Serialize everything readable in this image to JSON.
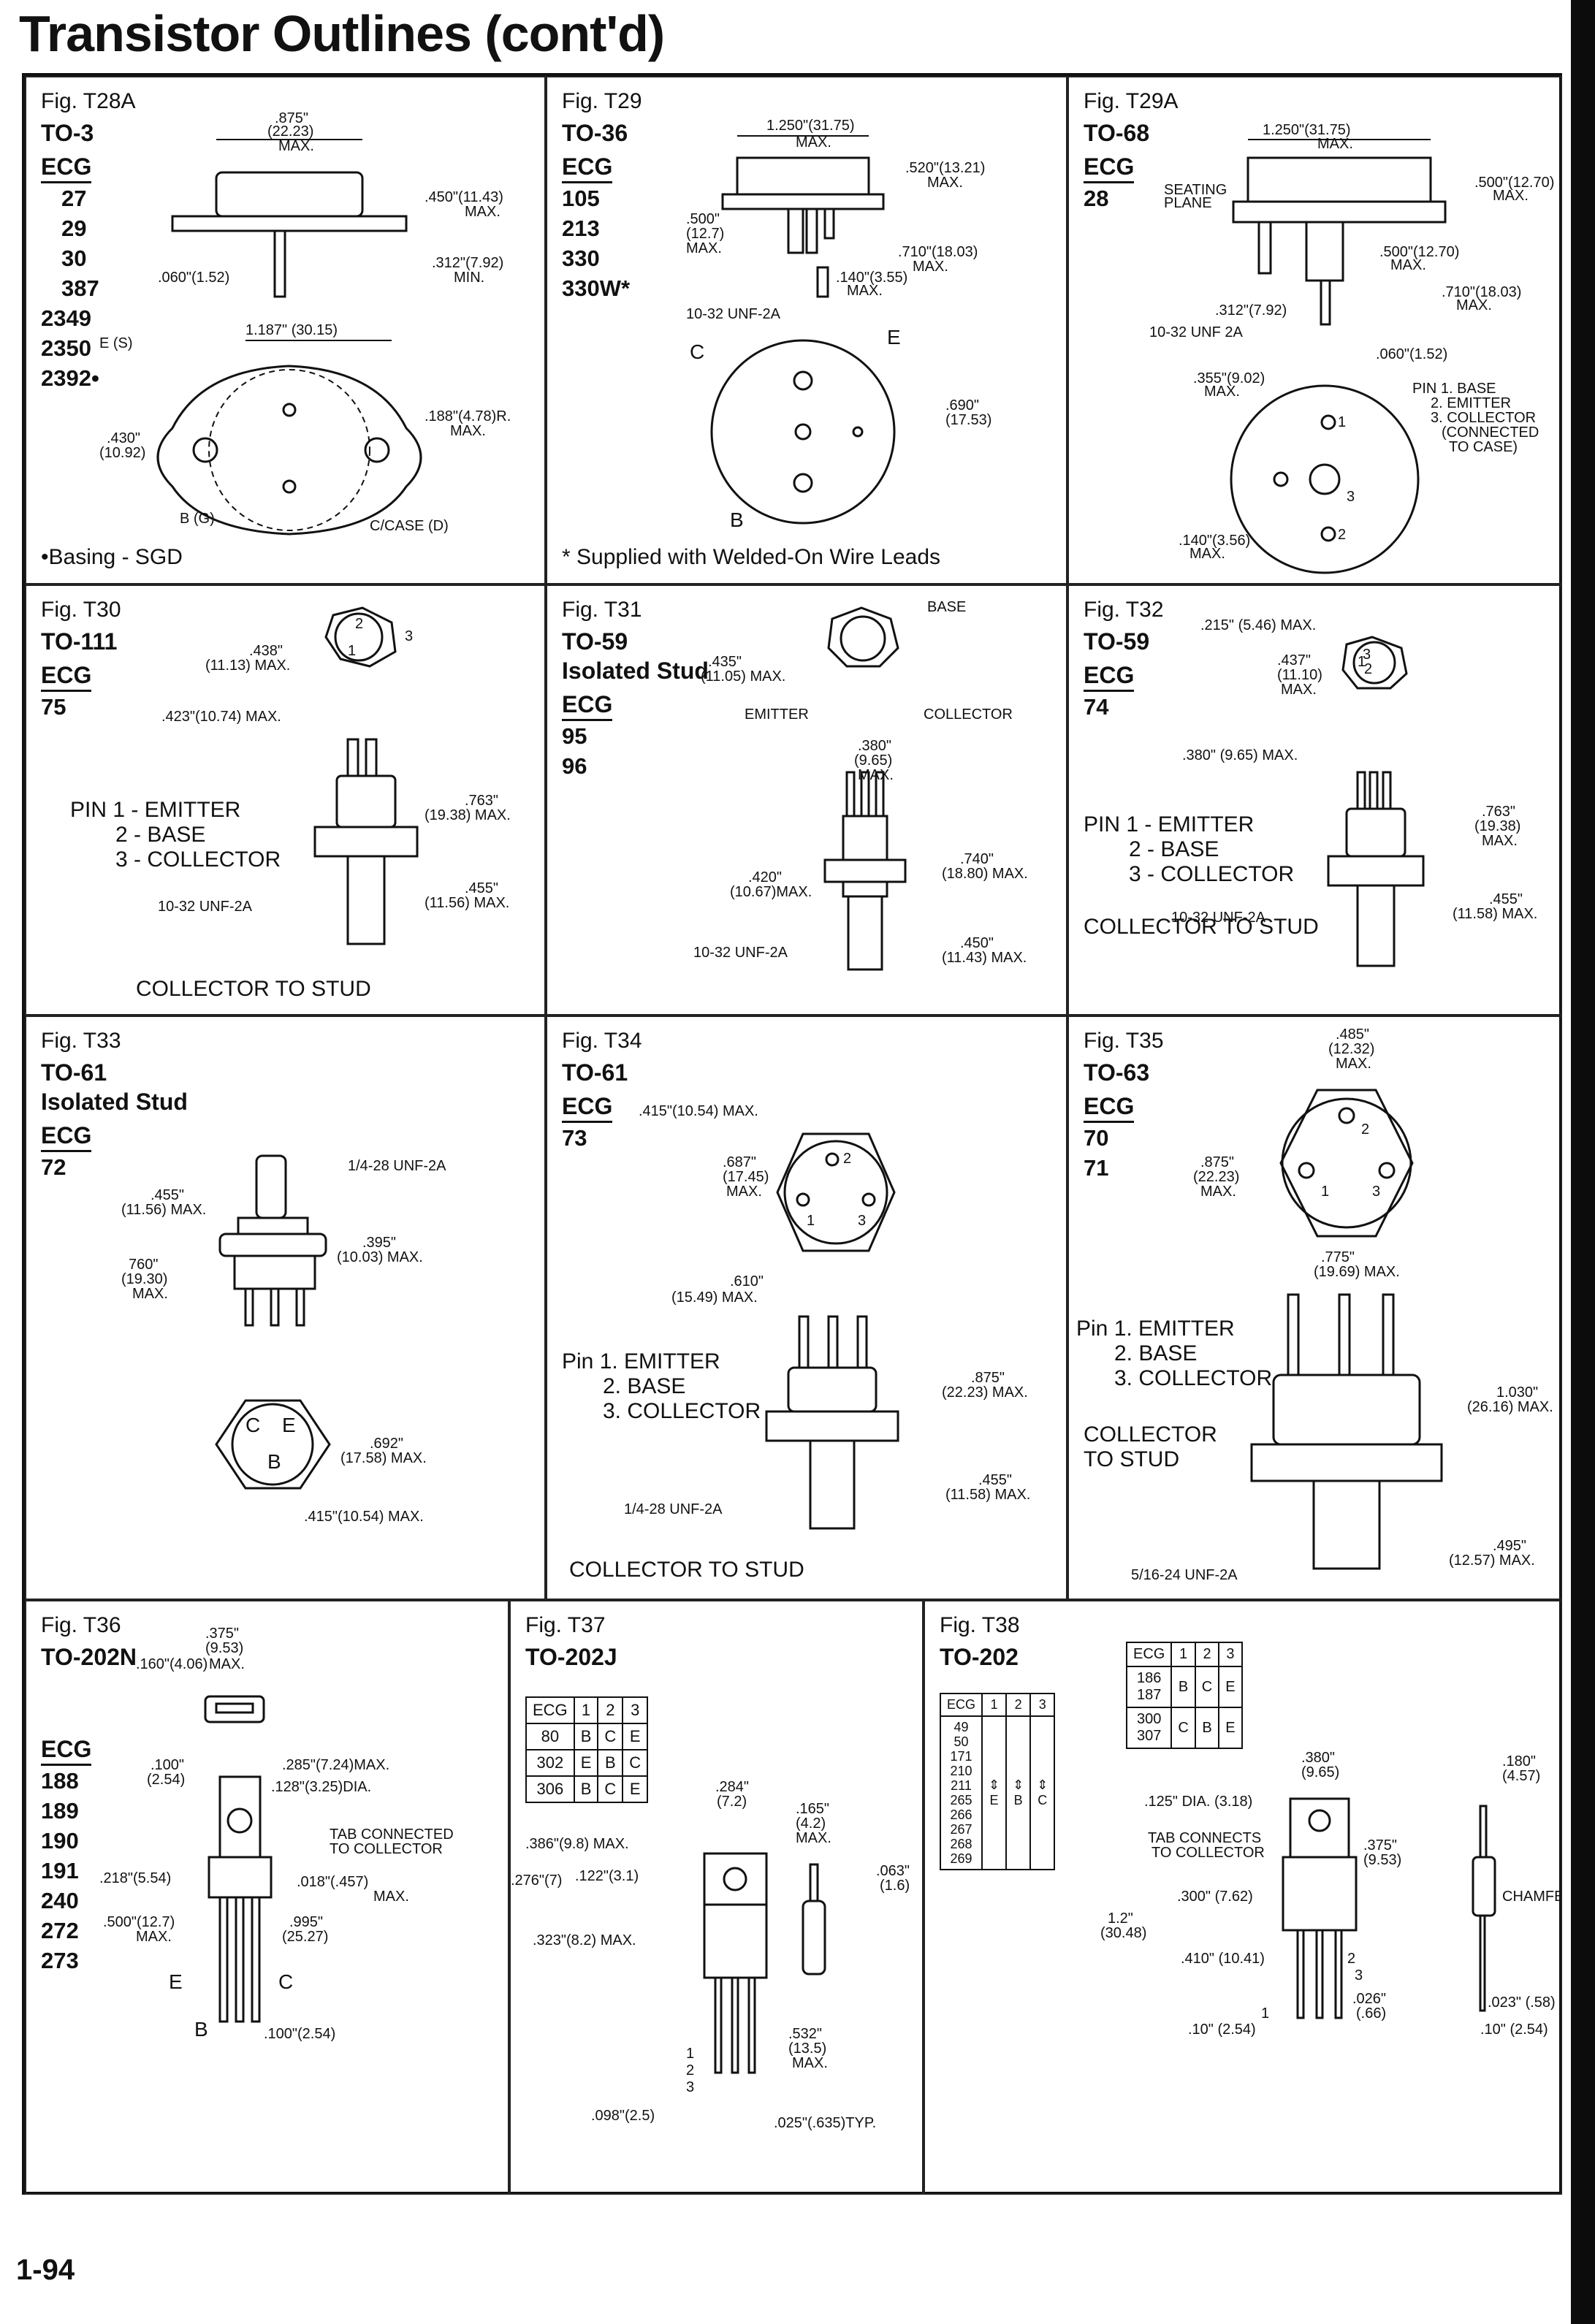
{
  "page": {
    "title": "Transistor Outlines (cont'd)",
    "page_number": "1-94"
  },
  "figures": {
    "t28a": {
      "fig": "Fig. T28A",
      "pkg": "TO-3",
      "ecg_header": "ECG",
      "ecg": [
        "27",
        "29",
        "30",
        "387",
        "2349",
        "2350",
        "2392•"
      ],
      "note": "•Basing - SGD",
      "dims": {
        "d1": ".875\"",
        "d1b": "(22.23)",
        "d1c": "MAX.",
        "d2": ".450\"(11.43)",
        "d2b": "MAX.",
        "d3": ".312\"(7.92)",
        "d3b": "MIN.",
        "d4": ".060\"(1.52)",
        "d5": "1.187\" (30.15)",
        "d6": ".188\"(4.78)R.",
        "d6b": "MAX.",
        "d7": ".430\"",
        "d7b": "(10.92)",
        "e": "E (S)",
        "b": "B (G)",
        "c": "C/CASE (D)"
      }
    },
    "t29": {
      "fig": "Fig. T29",
      "pkg": "TO-36",
      "ecg_header": "ECG",
      "ecg": [
        "105",
        "213",
        "330",
        "330W*"
      ],
      "note": "* Supplied with Welded-On Wire Leads",
      "dims": {
        "d1": "1.250\"(31.75)",
        "d1b": "MAX.",
        "d2": ".520\"(13.21)",
        "d2b": "MAX.",
        "d3": ".500\"",
        "d3b": "(12.7)",
        "d3c": "MAX.",
        "d4": ".710\"(18.03)",
        "d4b": "MAX.",
        "d5": ".140\"(3.55)",
        "d5b": "MAX.",
        "d6": "10-32 UNF-2A",
        "d7": ".690\"",
        "d7b": "(17.53)",
        "c": "C",
        "e": "E",
        "b": "B"
      }
    },
    "t29a": {
      "fig": "Fig. T29A",
      "pkg": "TO-68",
      "ecg_header": "ECG",
      "ecg": [
        "28"
      ],
      "dims": {
        "d1": "1.250\"(31.75)",
        "d1b": "MAX.",
        "d2": ".500\"(12.70)",
        "d2b": "MAX.",
        "seat": "SEATING",
        "seatb": "PLANE",
        "d3": ".500\"(12.70)",
        "d3b": "MAX.",
        "d4": ".710\"(18.03)",
        "d4b": "MAX.",
        "d5": ".312\"(7.92)",
        "d6": "10-32 UNF 2A",
        "d7": ".060\"(1.52)",
        "d8": ".355\"(9.02)",
        "d8b": "MAX.",
        "d9": ".140\"(3.56)",
        "d9b": "MAX.",
        "p1": "PIN 1. BASE",
        "p2": "2. EMITTER",
        "p3": "3. COLLECTOR",
        "p3b": "(CONNECTED",
        "p3c": "TO CASE)",
        "n1": "1",
        "n2": "2",
        "n3": "3"
      }
    },
    "t30": {
      "fig": "Fig. T30",
      "pkg": "TO-111",
      "ecg_header": "ECG",
      "ecg": [
        "75"
      ],
      "pins": [
        "PIN 1 - EMITTER",
        "2 - BASE",
        "3 - COLLECTOR"
      ],
      "note": "COLLECTOR TO STUD",
      "dims": {
        "d1": ".438\"",
        "d1b": "(11.13) MAX.",
        "d2": ".423\"(10.74) MAX.",
        "d3": ".763\"",
        "d3b": "(19.38) MAX.",
        "d4": ".455\"",
        "d4b": "(11.56) MAX.",
        "d5": "10-32 UNF-2A",
        "n1": "1",
        "n2": "2",
        "n3": "3"
      }
    },
    "t31": {
      "fig": "Fig. T31",
      "pkg": "TO-59",
      "pkg2": "Isolated Stud",
      "ecg_header": "ECG",
      "ecg": [
        "95",
        "96"
      ],
      "dims": {
        "d1": ".435\"",
        "d1b": "(11.05) MAX.",
        "base": "BASE",
        "emitter": "EMITTER",
        "collector": "COLLECTOR",
        "d2": ".380\"",
        "d2b": "(9.65)",
        "d2c": "MAX.",
        "d3": ".740\"",
        "d3b": "(18.80) MAX.",
        "d4": ".420\"",
        "d4b": "(10.67)MAX.",
        "d5": ".450\"",
        "d5b": "(11.43) MAX.",
        "d6": "10-32 UNF-2A"
      }
    },
    "t32": {
      "fig": "Fig. T32",
      "pkg": "TO-59",
      "ecg_header": "ECG",
      "ecg": [
        "74"
      ],
      "pins": [
        "PIN 1 - EMITTER",
        "2 - BASE",
        "3 - COLLECTOR"
      ],
      "note": "COLLECTOR TO STUD",
      "dims": {
        "d1": ".215\" (5.46) MAX.",
        "d2": ".437\"",
        "d2b": "(11.10)",
        "d2c": "MAX.",
        "d3": ".380\" (9.65) MAX.",
        "d4": ".763\"",
        "d4b": "(19.38)",
        "d4c": "MAX.",
        "d5": ".455\"",
        "d5b": "(11.58) MAX.",
        "d6": "10-32 UNF-2A",
        "n1": "1",
        "n2": "2",
        "n3": "3"
      }
    },
    "t33": {
      "fig": "Fig. T33",
      "pkg": "TO-61",
      "pkg2": "Isolated Stud",
      "ecg_header": "ECG",
      "ecg": [
        "72"
      ],
      "dims": {
        "d1": "1/4-28 UNF-2A",
        "d2": ".455\"",
        "d2b": "(11.56) MAX.",
        "d3": ".395\"",
        "d3b": "(10.03) MAX.",
        "d4": "760\"",
        "d4b": "(19.30)",
        "d4c": "MAX.",
        "d5": ".692\"",
        "d5b": "(17.58) MAX.",
        "d6": ".415\"(10.54) MAX.",
        "c": "C",
        "e": "E",
        "b": "B"
      }
    },
    "t34": {
      "fig": "Fig. T34",
      "pkg": "TO-61",
      "ecg_header": "ECG",
      "ecg": [
        "73"
      ],
      "pins": [
        "Pin 1.  EMITTER",
        "2.  BASE",
        "3.  COLLECTOR"
      ],
      "note": "COLLECTOR TO STUD",
      "dims": {
        "d1": ".415\"(10.54) MAX.",
        "d2": ".687\"",
        "d2b": "(17.45)",
        "d2c": "MAX.",
        "d3": ".610\"",
        "d3b": "(15.49) MAX.",
        "d4": ".875\"",
        "d4b": "(22.23) MAX.",
        "d5": ".455\"",
        "d5b": "(11.58) MAX.",
        "d6": "1/4-28 UNF-2A",
        "n1": "1",
        "n2": "2",
        "n3": "3"
      }
    },
    "t35": {
      "fig": "Fig. T35",
      "pkg": "TO-63",
      "ecg_header": "ECG",
      "ecg": [
        "70",
        "71"
      ],
      "pins": [
        "Pin 1.  EMITTER",
        "2.  BASE",
        "3.  COLLECTOR"
      ],
      "note": "COLLECTOR",
      "note2": "TO STUD",
      "dims": {
        "d1": ".485\"",
        "d1b": "(12.32)",
        "d1c": "MAX.",
        "d2": ".875\"",
        "d2b": "(22.23)",
        "d2c": "MAX.",
        "d3": ".775\"",
        "d3b": "(19.69) MAX.",
        "d4": "1.030\"",
        "d4b": "(26.16) MAX.",
        "d5": ".495\"",
        "d5b": "(12.57) MAX.",
        "d6": "5/16-24 UNF-2A",
        "n1": "1",
        "n2": "2",
        "n3": "3"
      }
    },
    "t36": {
      "fig": "Fig. T36",
      "pkg": "TO-202N",
      "ecg_header": "ECG",
      "ecg": [
        "188",
        "189",
        "190",
        "191",
        "240",
        "272",
        "273"
      ],
      "dims": {
        "d1": ".375\"",
        "d1b": "(9.53)",
        "d1c": "MAX.",
        "d2": ".160\"(4.06)",
        "d3": ".100\"",
        "d3b": "(2.54)",
        "d4": ".285\"(7.24)MAX.",
        "d5": ".128\"(3.25)DIA.",
        "d6": "TAB CONNECTED",
        "d6b": "TO COLLECTOR",
        "d7": ".218\"(5.54)",
        "d8": ".018\"(.457)",
        "d8b": "MAX.",
        "d9": ".500\"(12.7)",
        "d9b": "MAX.",
        "d10": ".995\"",
        "d10b": "(25.27)",
        "d11": ".100\"(2.54)",
        "e": "E",
        "b": "B",
        "c": "C"
      }
    },
    "t37": {
      "fig": "Fig. T37",
      "pkg": "TO-202J",
      "table": {
        "header": [
          "ECG",
          "1",
          "2",
          "3"
        ],
        "rows": [
          [
            "80",
            "B",
            "C",
            "E"
          ],
          [
            "302",
            "E",
            "B",
            "C"
          ],
          [
            "306",
            "B",
            "C",
            "E"
          ]
        ]
      },
      "dims": {
        "d1": ".284\"",
        "d1b": "(7.2)",
        "d2": ".165\"",
        "d2b": "(4.2)",
        "d2c": "MAX.",
        "d3": ".386\"(9.8) MAX.",
        "d4": ".063\"",
        "d4b": "(1.6)",
        "d5": ".276\"(7)",
        "d6": ".122\"(3.1)",
        "d7": ".323\"(8.2) MAX.",
        "d8": ".532\"",
        "d8b": "(13.5)",
        "d8c": "MAX.",
        "d9": ".098\"(2.5)",
        "d10": ".025\"(.635)TYP.",
        "n1": "1",
        "n2": "2",
        "n3": "3"
      }
    },
    "t38": {
      "fig": "Fig. T38",
      "pkg": "TO-202",
      "table_a": {
        "header": [
          "ECG",
          "1",
          "2",
          "3"
        ],
        "rows": [
          [
            "186\n187",
            "B",
            "C",
            "E"
          ],
          [
            "300\n307",
            "C",
            "B",
            "E"
          ]
        ]
      },
      "table_b": {
        "header": [
          "ECG",
          "1",
          "2",
          "3"
        ],
        "ecg": [
          "49",
          "50",
          "171",
          "210",
          "211",
          "265",
          "266",
          "267",
          "268",
          "269"
        ],
        "cols": [
          "E",
          "B",
          "C"
        ]
      },
      "dims": {
        "d1": ".380\"",
        "d1b": "(9.65)",
        "d2": ".180\"",
        "d2b": "(4.57)",
        "d3": ".125\" DIA. (3.18)",
        "d4": "TAB CONNECTS",
        "d4b": "TO COLLECTOR",
        "d5": ".375\"",
        "d5b": "(9.53)",
        "d6": ".300\" (7.62)",
        "d7": "CHAMFER",
        "d8": "1.2\"",
        "d8b": "(30.48)",
        "d9": ".410\" (10.41)",
        "d10": ".026\"",
        "d10b": "(.66)",
        "d11": ".023\" (.58)",
        "d12": ".10\" (2.54)",
        "d13": ".10\" (2.54)",
        "n1": "1",
        "n2": "2",
        "n3": "3"
      }
    }
  }
}
